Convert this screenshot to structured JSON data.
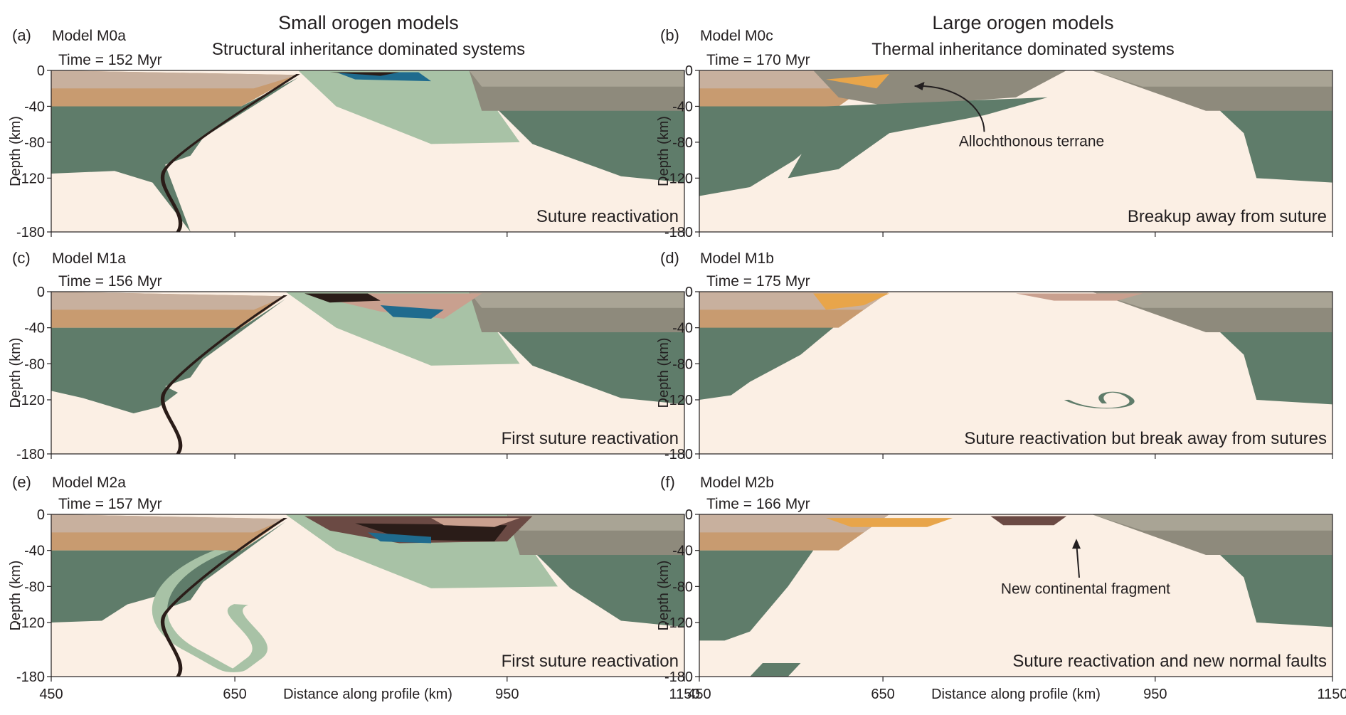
{
  "headers": {
    "left_title": "Small orogen models",
    "left_subtitle": "Structural inheritance dominated systems",
    "right_title": "Large orogen models",
    "right_subtitle": "Thermal inheritance dominated systems"
  },
  "axes": {
    "y_label": "Depth (km)",
    "y_ticks": [
      "0",
      "-40",
      "-80",
      "-120",
      "-180"
    ],
    "y_tick_values": [
      0,
      -40,
      -80,
      -120,
      -180
    ],
    "x_label": "Distance along profile (km)",
    "x_ticks": [
      "450",
      "650",
      "950",
      "1150"
    ],
    "x_range": [
      450,
      1150
    ],
    "y_range": [
      -180,
      0
    ]
  },
  "colors": {
    "asthenosphere": "#fbefe4",
    "upper_crust": "#c8b09e",
    "lower_crust": "#c89b70",
    "mantle_lithosphere": "#5f7c6a",
    "light_mantle": "#a8c2a6",
    "allochthon_gray": "#8e8a7c",
    "sediment_yellow": "#f4d68a",
    "sediment_orange": "#e8a54a",
    "sediment_pink": "#c9a08f",
    "sediment_brown": "#6b4a44",
    "sediment_dark": "#2a1c18",
    "blue_unit": "#1f6b8e"
  },
  "panels": [
    {
      "id": "a",
      "letter": "(a)",
      "model": "Model M0a",
      "time": "Time = 152 Myr",
      "caption": "Suture reactivation"
    },
    {
      "id": "b",
      "letter": "(b)",
      "model": "Model M0c",
      "time": "Time = 170 Myr",
      "caption": "Breakup away from suture",
      "annotation": "Allochthonous terrane"
    },
    {
      "id": "c",
      "letter": "(c)",
      "model": "Model M1a",
      "time": "Time = 156 Myr",
      "caption": "First suture reactivation"
    },
    {
      "id": "d",
      "letter": "(d)",
      "model": "Model M1b",
      "time": "Time = 175 Myr",
      "caption": "Suture reactivation but break away from sutures"
    },
    {
      "id": "e",
      "letter": "(e)",
      "model": "Model M2a",
      "time": "Time = 157 Myr",
      "caption": "First suture reactivation"
    },
    {
      "id": "f",
      "letter": "(f)",
      "model": "Model M2b",
      "time": "Time = 166 Myr",
      "caption": "Suture reactivation and new normal faults",
      "annotation": "New continental fragment"
    }
  ]
}
